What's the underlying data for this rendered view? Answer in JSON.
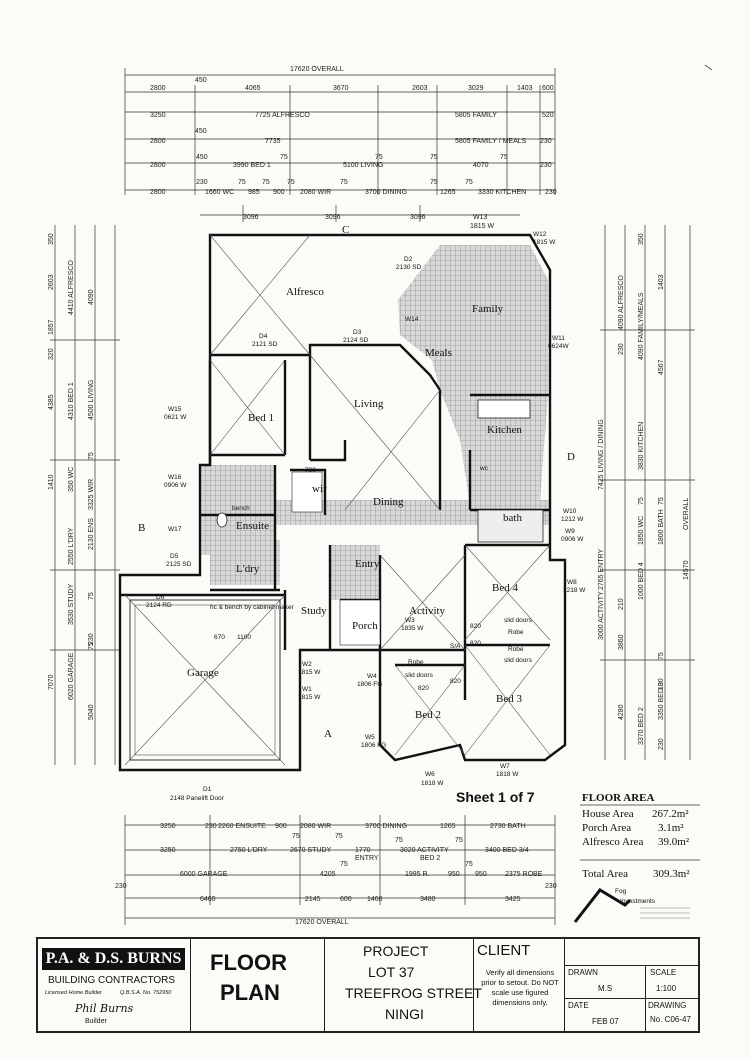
{
  "overall_top": "17620 OVERALL",
  "overall_bottom": "17620 OVERALL",
  "top_dims": {
    "row1": [
      "2800",
      "4065",
      "3670",
      "2603",
      "3029",
      "1403",
      "600"
    ],
    "row1_extra": "450",
    "row2": [
      "3250",
      "7725 ALFRESCO",
      "5805 FAMILY",
      "520"
    ],
    "row3": [
      "2800",
      "7735",
      "5805 FAMILY / MEALS",
      "230"
    ],
    "row3_extra": "450",
    "row4": [
      "2800",
      "3990 BED 1",
      "5100 LIVING",
      "4070",
      "230"
    ],
    "row4_small": [
      "450",
      "75",
      "75",
      "75",
      "75"
    ],
    "row5": [
      "2800",
      "1660 WC",
      "985",
      "900",
      "2080 WIR",
      "3700 DINING",
      "1265",
      "3330 KITCHEN",
      "230"
    ],
    "row5_small": [
      "230",
      "75",
      "75",
      "75",
      "75",
      "75",
      "75"
    ],
    "row6": [
      "3096",
      "3096",
      "3096",
      "1815 W"
    ],
    "row6_label": "W13"
  },
  "left_dims": [
    "350",
    "2603",
    "4090",
    "4410 ALFRESCO",
    "1857",
    "320",
    "4385",
    "4310 BED 1",
    "4500 LIVING",
    "1410",
    "350 WC",
    "75",
    "3325 WIR",
    "2550 L'DRY",
    "2130 ENS",
    "3530 STUDY",
    "75",
    "7070",
    "6020 GARAGE",
    "5040",
    "75",
    "230"
  ],
  "right_dims": [
    "350",
    "1403",
    "4090 ALFRESCO",
    "4090 FAMILY/MEALS",
    "230",
    "4567",
    "3830 KITCHEN",
    "7425 LIVING / DINING",
    "75",
    "1850 WC",
    "1800 BATH",
    "75",
    "OVERALL",
    "14570",
    "2765 ENTRY",
    "3000 ACTIVITY",
    "210",
    "3860",
    "1000 BED 4",
    "4280",
    "3370 BED 2",
    "3350 BED 3",
    "230",
    "75",
    "100"
  ],
  "rooms": {
    "alfresco": "Alfresco",
    "family": "Family",
    "meals": "Meals",
    "kitchen": "Kitchen",
    "bed1": "Bed 1",
    "living": "Living",
    "wir": "wir",
    "dining": "Dining",
    "ensuite": "Ensuite",
    "ldry": "L'dry",
    "entry": "Entry",
    "activity": "Activity",
    "bed4": "Bed 4",
    "bath": "bath",
    "study": "Study",
    "porch": "Porch",
    "garage": "Garage",
    "bed2": "Bed 2",
    "bed3": "Bed 3",
    "wc": "wc"
  },
  "fixtures": {
    "d2": "D2",
    "d2_size": "2130 SD",
    "d3": "D3",
    "d3_size": "2124 SD",
    "d4": "D4",
    "d4_size": "2121 SD",
    "d5": "D5",
    "d5_size": "2125 SD",
    "d6": "D6",
    "d6_size": "2124 RD",
    "d1": "D1",
    "d1_size": "2148 Panelift Door",
    "w1": "W1",
    "w1_size": "1815 W",
    "w2": "W2",
    "w2_size": "1815 W",
    "w3": "W3",
    "w3_size": "1835 W",
    "w4": "W4",
    "w4_size": "1806 FG",
    "w5": "W5",
    "w5_size": "1806 FG",
    "w6": "W6",
    "w6_size": "1818 W",
    "w7": "W7",
    "w7_size": "1818 W",
    "w8": "W8",
    "w8_size": "1218 W",
    "w9": "W9",
    "w9_size": "0906 W",
    "w10": "W10",
    "w10_size": "1212 W",
    "w11": "W11",
    "w11_size": "0624W",
    "w12": "W12",
    "w12_size": "1815 W",
    "w14": "W14",
    "w15": "W15",
    "w15_size": "0621 W",
    "w16": "W16",
    "w16_size": "0906 W",
    "w17": "W17",
    "w_720": "720",
    "w_820a": "820",
    "w_820b": "820",
    "w_820c": "820",
    "w_820d": "820",
    "robe1": "Robe",
    "robe2": "Robe",
    "robe3": "Robe",
    "slid1": "slid doors",
    "slid2": "slid doors",
    "slid3": "slid doors",
    "bench1": "bench",
    "bench2": "hc & bench by cabinet maker",
    "g670": "670",
    "g1100": "1100",
    "sa": "S/A",
    "sect_a": "A",
    "sect_b": "B",
    "sect_c": "C",
    "sect_d": "D"
  },
  "bottom_dims": {
    "row1": [
      "3250",
      "2260 ENSUITE",
      "900",
      "2080 WIR",
      "3700 DINING",
      "1265",
      "2730 BATH"
    ],
    "row2": [
      "3250",
      "2750 L'DRY",
      "2670 STUDY",
      "1770",
      "3020 ACTIVITY",
      "3400 BED 3/4"
    ],
    "row2_sub": [
      "ENTRY",
      "BED 2"
    ],
    "row3": [
      "6000 GARAGE",
      "4205",
      "1995 R.",
      "950",
      "950",
      "2375 ROBE"
    ],
    "row4": [
      "6460",
      "2145",
      "600",
      "1460",
      "3480",
      "3425"
    ],
    "small": [
      "230",
      "230",
      "75",
      "75",
      "75",
      "75",
      "75",
      "75",
      "230"
    ]
  },
  "sheet": "Sheet 1 of 7",
  "floor_area": {
    "title": "FLOOR AREA",
    "rows": [
      {
        "label": "House Area",
        "value": "267.2m²"
      },
      {
        "label": "Porch Area",
        "value": "3.1m²"
      },
      {
        "label": "Alfresco Area",
        "value": "39.0m²"
      }
    ],
    "total_label": "Total Area",
    "total_value": "309.3m²"
  },
  "logo": {
    "name": "Fog",
    "sub": "Investments"
  },
  "title_block": {
    "builder_name": "P.A. & D.S. BURNS",
    "builder_sub": "BUILDING CONTRACTORS",
    "builder_licence": "Licensed Home Builder",
    "builder_reg": "Q.B.S.A. No. 752950",
    "builder_sign": "Phil Burns",
    "builder_role": "Builder",
    "title_line1": "FLOOR",
    "title_line2": "PLAN",
    "project_label": "PROJECT",
    "project_line1": "LOT 37",
    "project_line2": "TREEFROG STREET",
    "project_line3": "NINGI",
    "client_label": "CLIENT",
    "verify_text": "Verify all dimensions prior to setout. Do NOT scale use figured dimensions only.",
    "drawn_label": "DRAWN",
    "drawn_value": "M.S",
    "scale_label": "SCALE",
    "scale_value": "1:100",
    "date_label": "DATE",
    "date_value": "FEB 07",
    "drawing_label": "DRAWING",
    "drawing_value": "No. C06-47"
  }
}
